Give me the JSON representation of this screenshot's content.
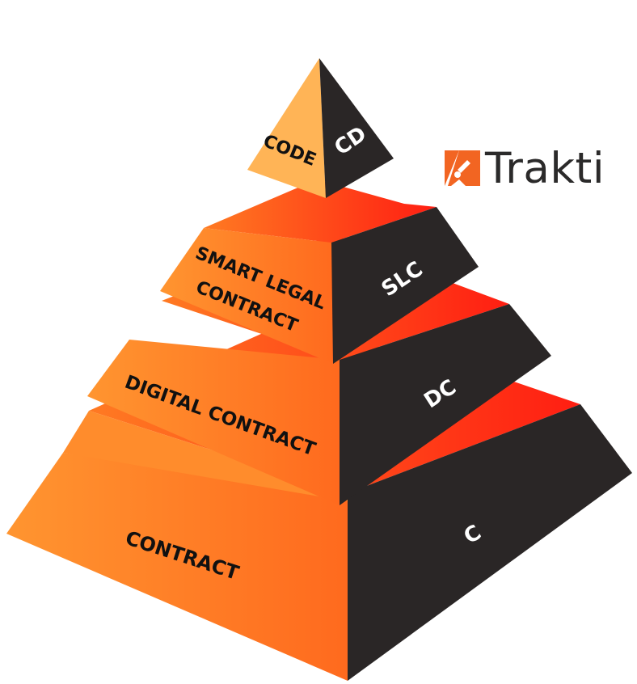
{
  "logo": {
    "text": "Trakti",
    "accent_color": "#f26522"
  },
  "tiers": [
    {
      "front_label_1": "CODE",
      "front_label_2": "",
      "abbr": "CD"
    },
    {
      "front_label_1": "SMART LEGAL",
      "front_label_2": "CONTRACT",
      "abbr": "SLC"
    },
    {
      "front_label_1": "DIGITAL CONTRACT",
      "front_label_2": "",
      "abbr": "DC"
    },
    {
      "front_label_1": "CONTRACT",
      "front_label_2": "",
      "abbr": "C"
    }
  ],
  "colors": {
    "front_light": "#ff8a2a",
    "front_dark": "#ff2a14",
    "side": "#2a2626",
    "top_face": "#ff6a1e",
    "apex_front": "#ffb456"
  }
}
